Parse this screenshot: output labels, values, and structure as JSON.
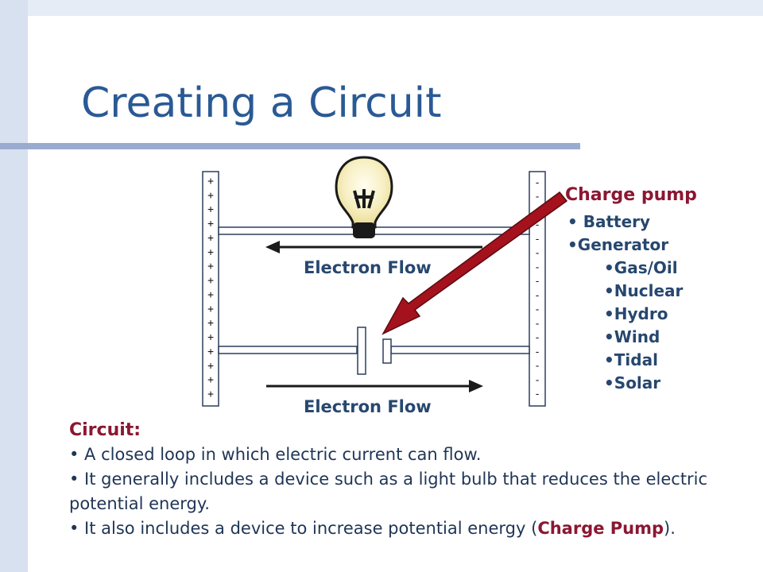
{
  "slide": {
    "title": "Creating a Circuit"
  },
  "diagram": {
    "plus_signs": [
      "+",
      "+",
      "+",
      "+",
      "+",
      "+",
      "+",
      "+",
      "+",
      "+",
      "+",
      "+",
      "+",
      "+",
      "+",
      "+"
    ],
    "minus_signs": [
      "-",
      "-",
      "-",
      "-",
      "-",
      "-",
      "-",
      "-",
      "-",
      "-",
      "-",
      "-",
      "-",
      "-",
      "-",
      "-"
    ],
    "flow_label_top": "Electron Flow",
    "flow_label_bottom": "Electron Flow",
    "arrow_top_direction": "left",
    "arrow_bottom_direction": "right",
    "pointer_color": "#a3121d",
    "plate_color": "#2c3e5c"
  },
  "charge_pump": {
    "title": "Charge pump",
    "items": [
      {
        "text": "• Battery",
        "level": 0
      },
      {
        "text": "•Generator",
        "level": 0
      },
      {
        "text": "•Gas/Oil",
        "level": 1
      },
      {
        "text": "•Nuclear",
        "level": 1
      },
      {
        "text": "•Hydro",
        "level": 1
      },
      {
        "text": "•Wind",
        "level": 1
      },
      {
        "text": "•Tidal",
        "level": 1
      },
      {
        "text": "•Solar",
        "level": 1
      }
    ]
  },
  "circuit": {
    "heading": "Circuit:",
    "bullet1": "• A closed loop in which electric current can flow.",
    "bullet2": "• It generally includes a device such as a light bulb that reduces the electric potential energy.",
    "bullet3_prefix": "• It also includes a device to increase potential energy (",
    "bullet3_emphasis": "Charge Pump",
    "bullet3_suffix": ")."
  }
}
